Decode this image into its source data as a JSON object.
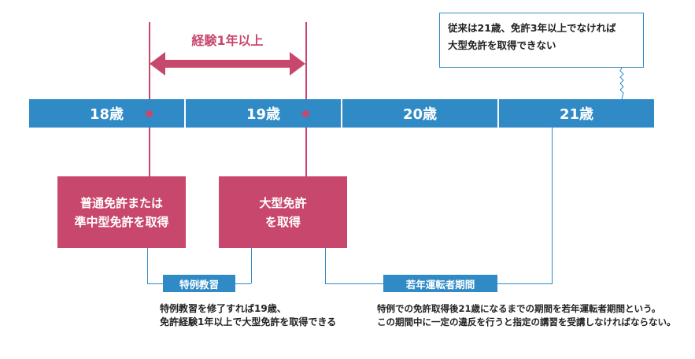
{
  "header": {
    "range_label": "経験1年以上"
  },
  "timeline": {
    "ages": [
      "18歳",
      "19歳",
      "20歳",
      "21歳"
    ]
  },
  "callout": {
    "line1": "従来は21歳、免許3年以上でなければ",
    "line2": "大型免許を取得できない"
  },
  "boxes": {
    "first": {
      "line1": "普通免許または",
      "line2": "準中型免許を取得"
    },
    "second": {
      "line1": "大型免許",
      "line2": "を取得"
    }
  },
  "labels": {
    "special_training": "特例教習",
    "young_driver_period": "若年運転者期間"
  },
  "notes": {
    "special_training": {
      "line1": "特例教習を修了すれば19歳、",
      "line2": "免許経験1年以上で大型免許を取得できる"
    },
    "young_driver_period": {
      "line1": "特例での免許取得後21歳になるまでの期間を若年運転者期間という。",
      "line2": "この期間中に一定の違反を行うと指定の講習を受講しなければならない。"
    }
  },
  "colors": {
    "accent_pink": "#c8476c",
    "timeline_blue": "#2f8ac6"
  }
}
